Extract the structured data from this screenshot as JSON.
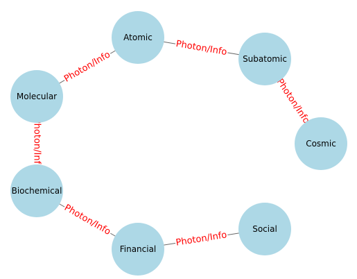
{
  "graph": {
    "colors": {
      "node_fill": "#add8e6",
      "edge_stroke": "#666666",
      "edge_label": "#ff0000",
      "node_text": "#000000"
    },
    "nodes": [
      {
        "id": "atomic",
        "label": "Atomic"
      },
      {
        "id": "subatomic",
        "label": "Subatomic"
      },
      {
        "id": "cosmic",
        "label": "Cosmic"
      },
      {
        "id": "molecular",
        "label": "Molecular"
      },
      {
        "id": "biochemical",
        "label": "Biochemical"
      },
      {
        "id": "financial",
        "label": "Financial"
      },
      {
        "id": "social",
        "label": "Social"
      }
    ],
    "edges": [
      {
        "source": "atomic",
        "target": "subatomic",
        "label": "Photon/Info"
      },
      {
        "source": "subatomic",
        "target": "cosmic",
        "label": "Photon/Info"
      },
      {
        "source": "atomic",
        "target": "molecular",
        "label": "Photon/Info"
      },
      {
        "source": "molecular",
        "target": "biochemical",
        "label": "Photon/Info"
      },
      {
        "source": "biochemical",
        "target": "financial",
        "label": "Photon/Info"
      },
      {
        "source": "financial",
        "target": "social",
        "label": "Photon/Info"
      }
    ]
  }
}
